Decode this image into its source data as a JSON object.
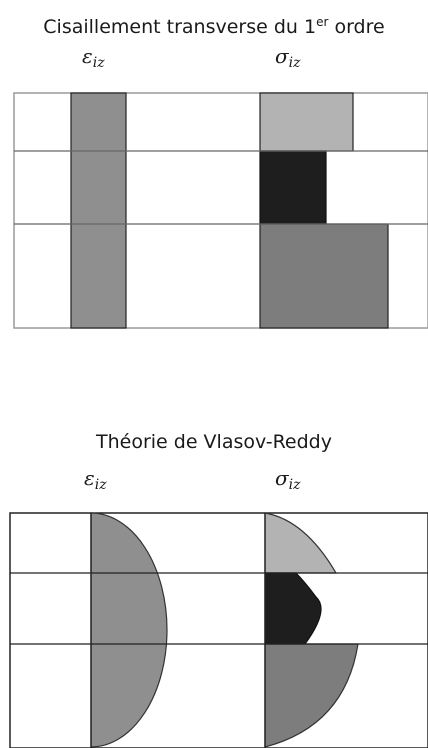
{
  "top_panel": {
    "title_main": "Cisaillement transverse du 1",
    "title_sup": "er",
    "title_tail": " ordre",
    "strain_symbol": "ε",
    "strain_subscript": "iz",
    "stress_symbol": "σ",
    "stress_subscript": "iz"
  },
  "bottom_panel": {
    "title": "Théorie de Vlasov-Reddy",
    "strain_symbol": "ε",
    "strain_subscript": "iz",
    "stress_symbol": "σ",
    "stress_subscript": "iz"
  },
  "colors": {
    "strain_fill": "#8f8f8f",
    "stress_top_layer": "#b3b3b3",
    "stress_middle_layer": "#1e1e1e",
    "stress_bottom_layer": "#7d7d7d",
    "grid_line": "#555555",
    "box_border": "#9a9a9a"
  }
}
